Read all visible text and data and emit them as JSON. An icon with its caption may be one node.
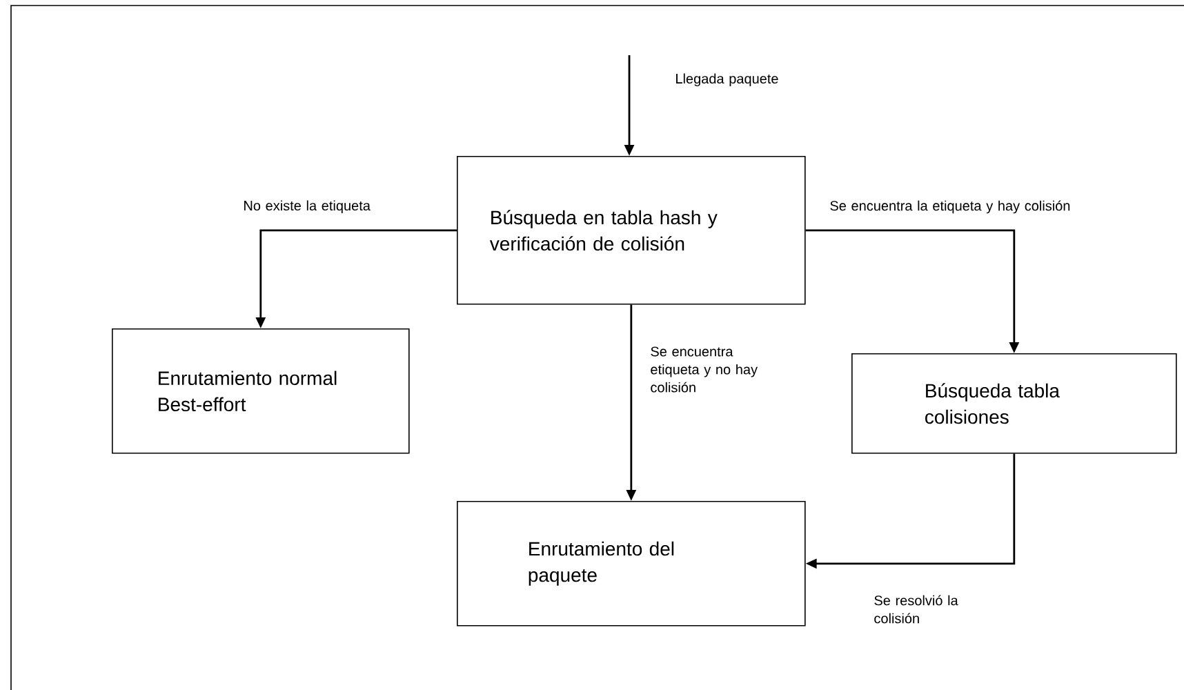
{
  "diagram": {
    "nodes": [
      {
        "text": [
          "Búsqueda en tabla hash y verificación de colisión"
        ]
      },
      {
        "text": [
          "Enrutamiento normal Best-effort"
        ]
      },
      {
        "text": [
          "Búsqueda tabla colisiones"
        ]
      },
      {
        "text": [
          "Enrutamiento del paquete"
        ]
      }
    ],
    "edges": [
      {
        "from": null,
        "to": 0,
        "arrow": "to",
        "label": "Llegada paquete"
      },
      {
        "from": 0,
        "to": 1,
        "arrow": "to",
        "label": "No existe la etiqueta"
      },
      {
        "from": 0,
        "to": 2,
        "arrow": "to",
        "label": "Se encuentra la etiqueta y hay colisión"
      },
      {
        "from": 0,
        "to": 3,
        "arrow": "to",
        "label": "Se encuentra etiqueta y no hay colisión"
      },
      {
        "from": 2,
        "to": 3,
        "arrow": "to",
        "label": "Se resolvió la colisión"
      }
    ]
  }
}
